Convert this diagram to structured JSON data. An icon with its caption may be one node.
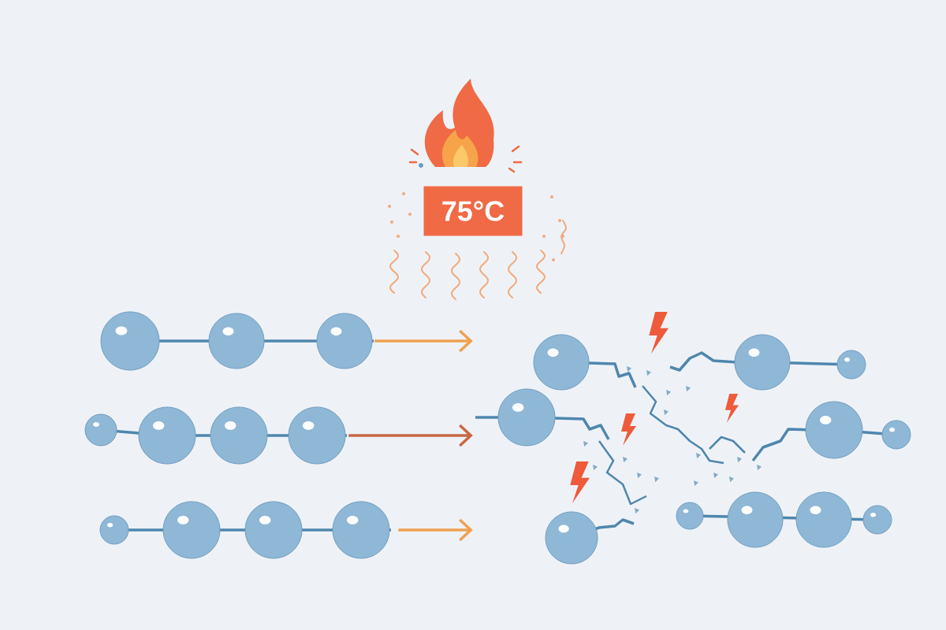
{
  "diagram": {
    "nodes": [
      {
        "text": [],
        "shape": "picture"
      },
      {
        "text": [],
        "shape": "picture"
      },
      {
        "text": [],
        "shape": "picture"
      },
      {
        "text": [],
        "shape": "picture"
      },
      {
        "text": [
          "75°C"
        ]
      }
    ],
    "edges": [
      {
        "from": 0,
        "to": 3,
        "arrow": "to"
      },
      {
        "from": 1,
        "to": 3,
        "arrow": "to",
        "color": "#c9673f"
      },
      {
        "from": 2,
        "to": 3,
        "arrow": "to"
      }
    ]
  }
}
